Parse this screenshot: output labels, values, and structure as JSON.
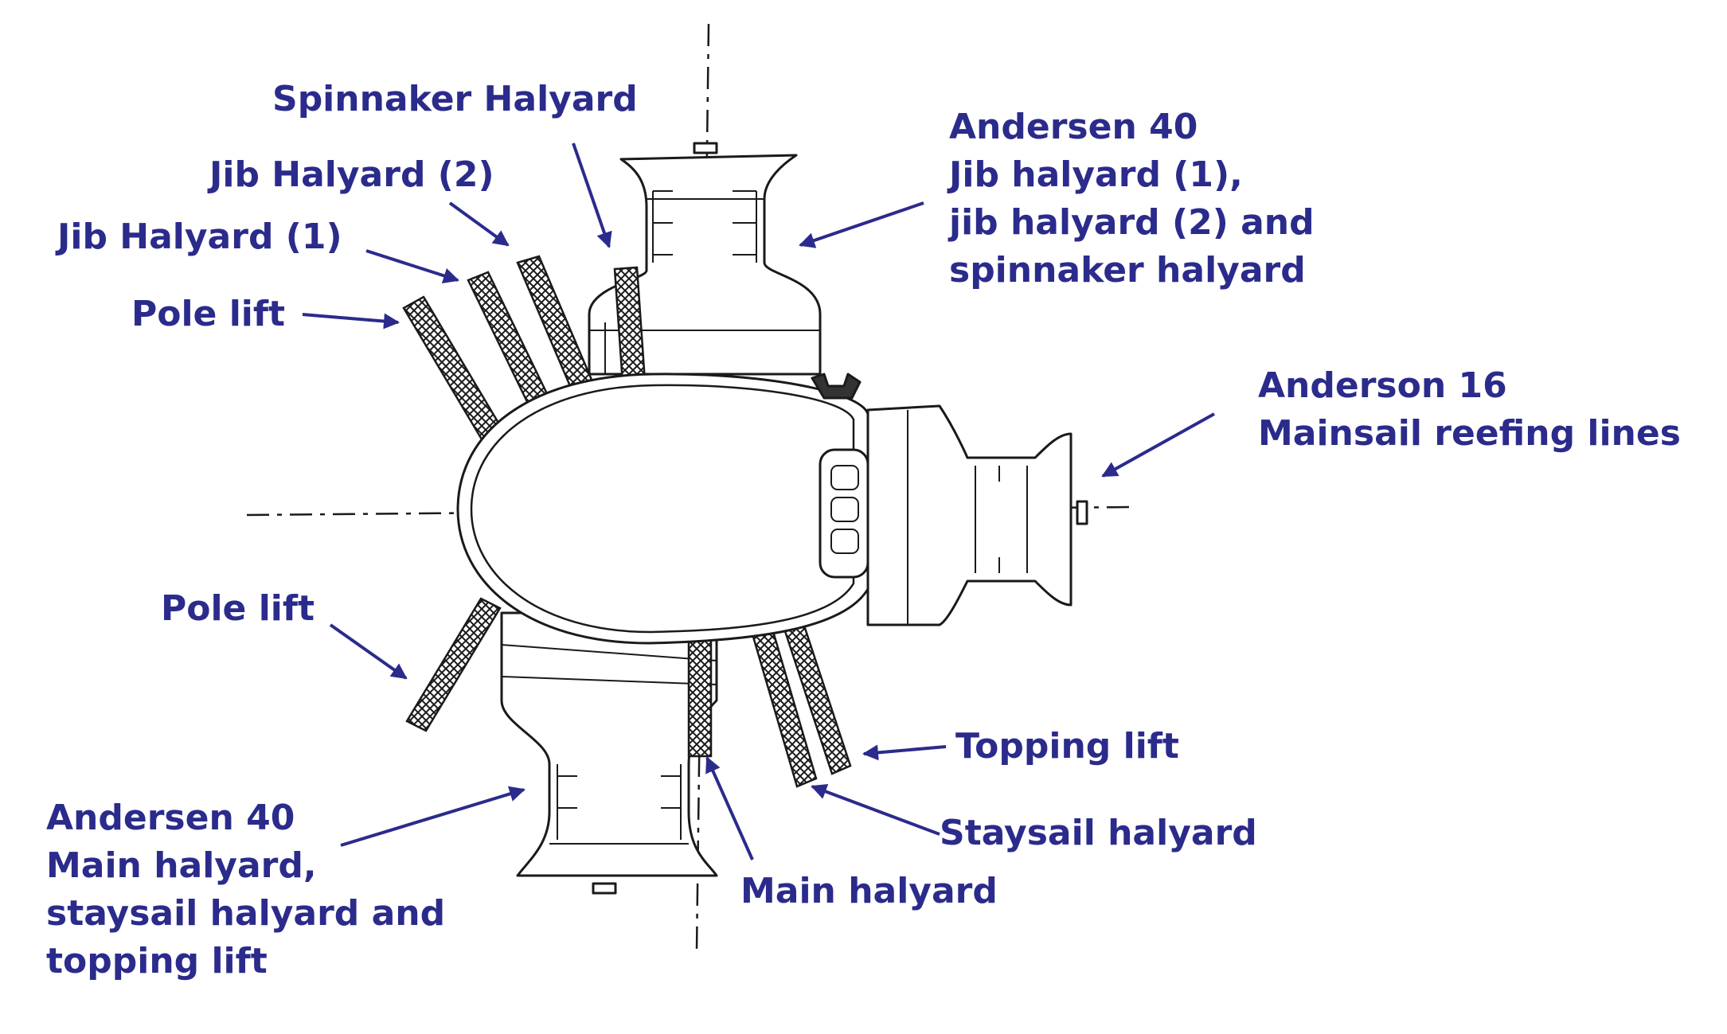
{
  "colors": {
    "label": "#2b2b8c",
    "drawing": "#1a1a1a",
    "background": "#ffffff"
  },
  "labels": {
    "spinnaker_halyard": "Spinnaker Halyard",
    "jib_halyard_2": "Jib Halyard (2)",
    "jib_halyard_1": "Jib Halyard (1)",
    "pole_lift_top": "Pole lift",
    "andersen_40_top": [
      "Andersen 40",
      "Jib halyard (1),",
      "jib halyard (2) and",
      "spinnaker halyard"
    ],
    "anderson_16": [
      "Anderson 16",
      "Mainsail reefing lines"
    ],
    "pole_lift_bottom": "Pole lift",
    "topping_lift": "Topping lift",
    "staysail_halyard": "Staysail halyard",
    "main_halyard": "Main halyard",
    "andersen_40_bottom": [
      "Andersen 40",
      "Main halyard,",
      "staysail halyard and",
      "topping lift"
    ]
  }
}
